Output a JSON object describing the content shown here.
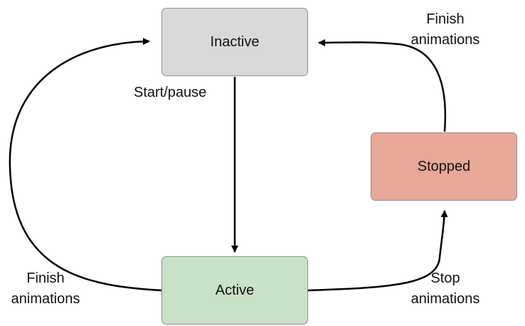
{
  "states": {
    "inactive": {
      "label": "Inactive",
      "color": "#d9d9d9"
    },
    "active": {
      "label": "Active",
      "color": "#c8e2c8"
    },
    "stopped": {
      "label": "Stopped",
      "color": "#e8a898"
    }
  },
  "transitions": {
    "start_pause": {
      "label": "Start/pause"
    },
    "finish_from_stopped": {
      "line1": "Finish",
      "line2": "animations"
    },
    "finish_from_active": {
      "line1": "Finish",
      "line2": "animations"
    },
    "stop": {
      "line1": "Stop",
      "line2": "animations"
    }
  }
}
